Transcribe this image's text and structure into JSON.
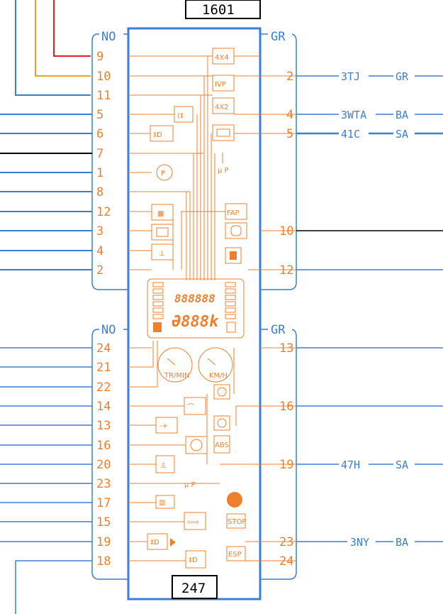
{
  "boxes": {
    "top": "1601",
    "bottom": "247"
  },
  "left_top": {
    "header": "NO",
    "pins": [
      "9",
      "10",
      "11",
      "5",
      "6",
      "7",
      "1",
      "8",
      "12",
      "3",
      "4",
      "2"
    ]
  },
  "left_bottom": {
    "header": "NO",
    "pins": [
      "24",
      "21",
      "22",
      "14",
      "13",
      "16",
      "20",
      "23",
      "17",
      "15",
      "19",
      "18"
    ]
  },
  "right_top": {
    "header": "GR",
    "pins": [
      "2",
      "4",
      "5",
      "10",
      "12"
    ]
  },
  "right_bottom": {
    "header": "GR",
    "pins": [
      "13",
      "16",
      "19",
      "23",
      "24"
    ]
  },
  "wires": {
    "r2": {
      "code": "3TJ",
      "color": "GR"
    },
    "r4": {
      "code": "3WTA",
      "color": "BA"
    },
    "r5": {
      "code": "41C",
      "color": "SA"
    },
    "r19": {
      "code": "47H",
      "color": "SA"
    },
    "r23": {
      "code": "3NY",
      "color": "BA"
    }
  },
  "icons": {
    "i4x4": "4X4",
    "ivp": "IVP",
    "i4x2": "4X2",
    "fap": "FAP",
    "stop": "STOP",
    "esp": "ESP",
    "abs": "ABS",
    "mup": "μ P",
    "mup2": "μ P",
    "tr": "TR/MIN",
    "kmh": "KM/H"
  },
  "display": {
    "line1": "888888",
    "line2": "Ә888k"
  }
}
